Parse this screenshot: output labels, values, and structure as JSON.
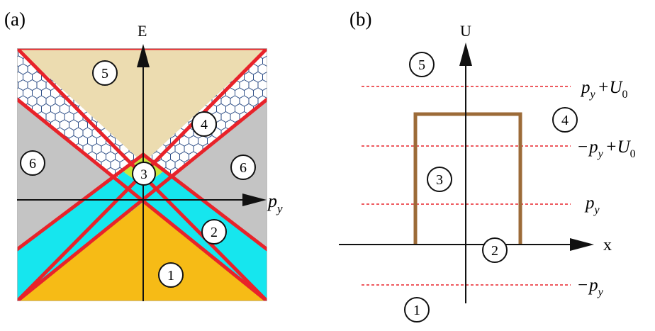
{
  "panel_a": {
    "label": "(a)",
    "y_axis_label": "E",
    "x_axis_label": "p",
    "x_axis_subscript": "y",
    "regions": [
      "1",
      "2",
      "3",
      "4",
      "5",
      "6",
      "6"
    ]
  },
  "panel_b": {
    "label": "(b)",
    "y_axis_label": "U",
    "x_axis_label": "x",
    "regions": [
      "1",
      "2",
      "3",
      "4",
      "5"
    ],
    "levels": [
      {
        "sign": "",
        "main": "p",
        "sub": "y",
        "tail": "+U",
        "tail_sub": "0"
      },
      {
        "sign": "−",
        "main": "p",
        "sub": "y",
        "tail": "+U",
        "tail_sub": "0"
      },
      {
        "sign": "",
        "main": "p",
        "sub": "y",
        "tail": "",
        "tail_sub": ""
      },
      {
        "sign": "−",
        "main": "p",
        "sub": "y",
        "tail": "",
        "tail_sub": ""
      }
    ]
  },
  "colors": {
    "region_1": "#f6bb16",
    "region_2": "#16e6ee",
    "region_3": "#c6e63c",
    "region_4": "#ffffff",
    "region_5": "#ecdcb0",
    "region_6": "#c4c4c4",
    "boundary_lines": "#e8232a",
    "graphene_hex": "#2e4e86",
    "barrier": "#9c6b38",
    "dashed_levels": "#e8232a"
  }
}
